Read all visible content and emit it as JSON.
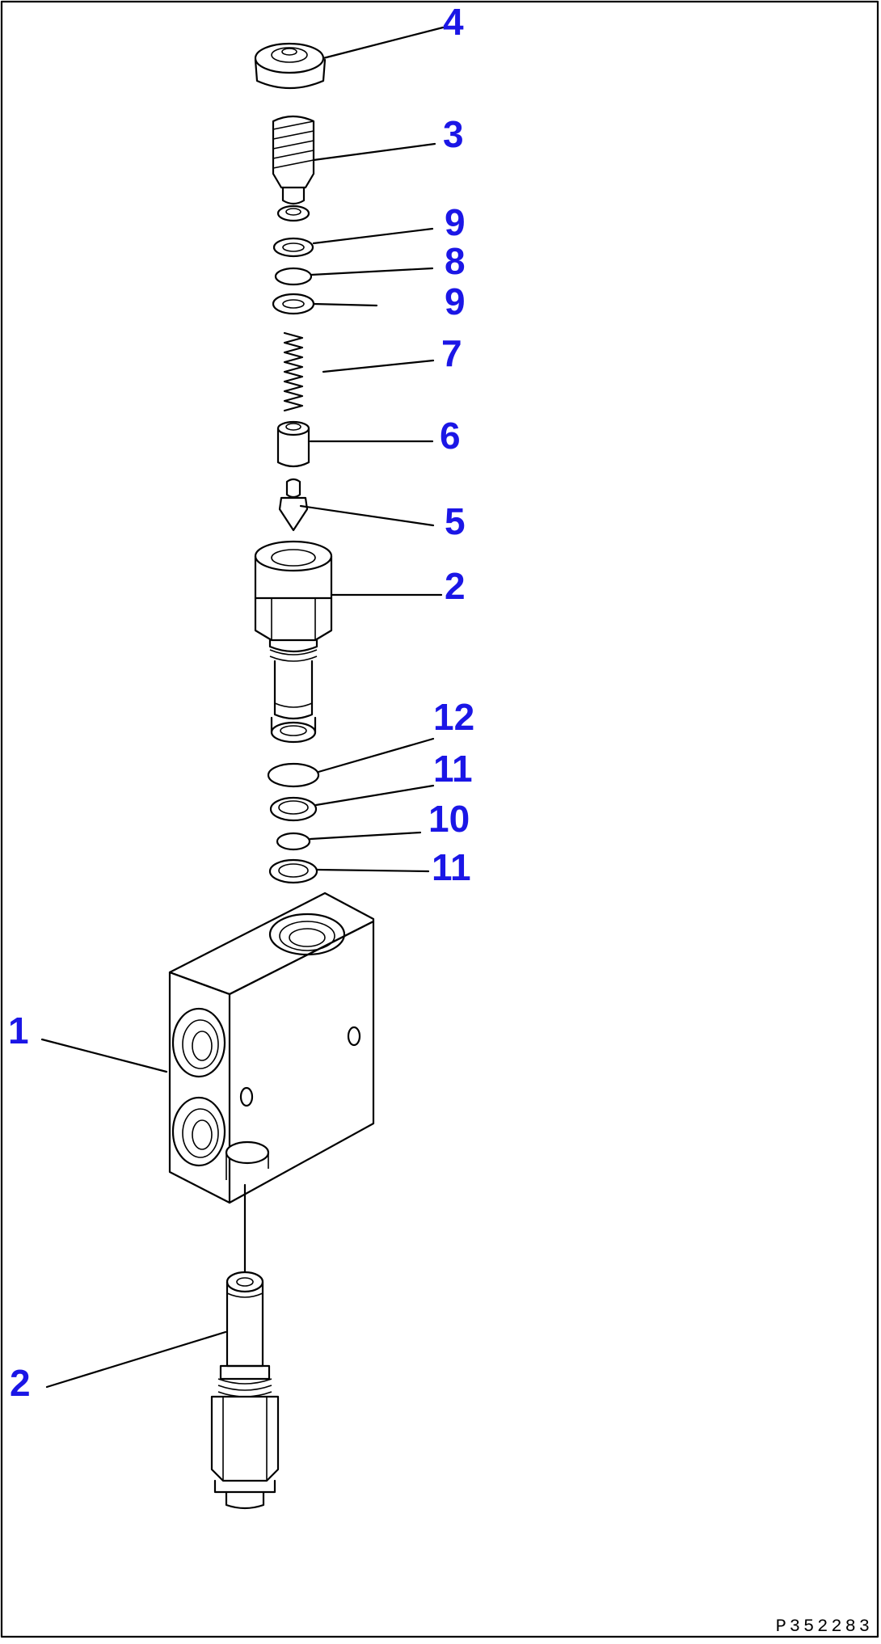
{
  "diagram": {
    "figure_code": "P352283",
    "callouts": [
      {
        "id": "c4",
        "label": "4"
      },
      {
        "id": "c3",
        "label": "3"
      },
      {
        "id": "c9a",
        "label": "9"
      },
      {
        "id": "c8",
        "label": "8"
      },
      {
        "id": "c9b",
        "label": "9"
      },
      {
        "id": "c7",
        "label": "7"
      },
      {
        "id": "c6",
        "label": "6"
      },
      {
        "id": "c5",
        "label": "5"
      },
      {
        "id": "c2a",
        "label": "2"
      },
      {
        "id": "c12",
        "label": "12"
      },
      {
        "id": "c11a",
        "label": "11"
      },
      {
        "id": "c10",
        "label": "10"
      },
      {
        "id": "c11b",
        "label": "11"
      },
      {
        "id": "c1",
        "label": "1"
      },
      {
        "id": "c2b",
        "label": "2"
      }
    ],
    "colors": {
      "callout": "#1b16e6",
      "line": "#000000",
      "background": "#ffffff"
    }
  }
}
